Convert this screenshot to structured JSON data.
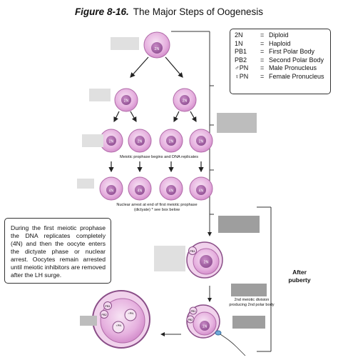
{
  "title": {
    "figure": "Figure 8-16.",
    "text": "The Major Steps of Oogenesis"
  },
  "legend": [
    {
      "symbol": "2N",
      "meaning": "Diploid"
    },
    {
      "symbol": "1N",
      "meaning": "Haploid"
    },
    {
      "symbol": "PB1",
      "meaning": "First Polar Body"
    },
    {
      "symbol": "PB2",
      "meaning": "Second Polar Body"
    },
    {
      "symbol": "♂PN",
      "meaning": "Male Pronucleus"
    },
    {
      "symbol": "♀PN",
      "meaning": "Female Pronucleus"
    }
  ],
  "labels": {
    "cell_2n": "2N",
    "cell_4n": "4N",
    "cell_1n": "1N",
    "pb1": "PB1",
    "pb2": "PB2",
    "male_pn": "♂PN",
    "female_pn": "♀PN",
    "meiotic_prophase": "Meiotic prophase begins and DNA replicates",
    "nuclear_arrest": "Nuclear arrest at end of first meiotic prophase (dictyate) * see box below",
    "second_division": "2nd meiotic division producing 2nd polar body",
    "after_puberty": "After puberty"
  },
  "note": "During the first meiotic prophase the DNA replicates completely (4N) and then the oocyte enters the dictyate phase or nuclear arrest. Oocytes remain arrested until meiotic inhibitors are removed after the LH surge.",
  "colors": {
    "cell_outer": "#e7b6e0",
    "cell_inner": "#c77ac0",
    "nucleus": "#a865a8",
    "mask": "#e0e0e0"
  }
}
